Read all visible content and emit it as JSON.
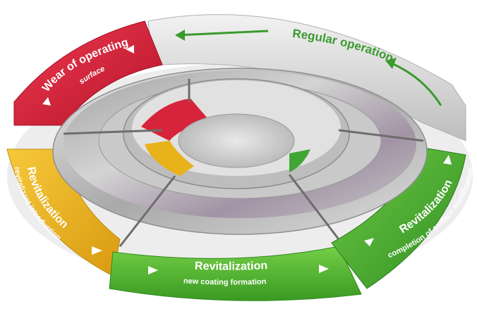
{
  "segments": {
    "regular": {
      "title": "Regular operation",
      "color": "#3a9a2e"
    },
    "wear": {
      "title": "Wear of operating",
      "subtitle": "surface",
      "color": "#d8243a"
    },
    "revital_left": {
      "title": "Revitalization",
      "subtitle": "revitalizant introduction",
      "color": "#e8b21a"
    },
    "revital_bottom": {
      "title": "Revitalization",
      "subtitle": "new coating formation",
      "color": "#4cb12f"
    },
    "revital_right": {
      "title": "Revitalization",
      "subtitle": "completion of surface modification",
      "color": "#3fa533"
    }
  },
  "colors": {
    "metal_light": "#d9d9d9",
    "metal_dark": "#8a8a8a",
    "grey_band": "#cfcfcf"
  }
}
